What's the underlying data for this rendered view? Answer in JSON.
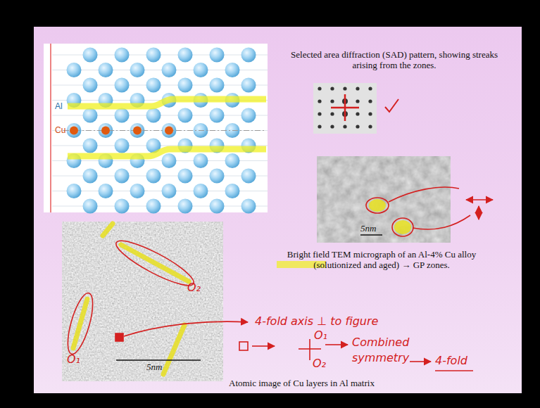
{
  "diagram": {
    "labels": [
      "Selected area diffraction (SAD) pattern, showing streaks arising from the zones.",
      "Bright field TEM micrograph of an Al-4% Cu alloy (solutionized and aged) → GP zones.",
      "Atomic image of Cu layers in Al matrix",
      "Al",
      "Cu",
      "5nm",
      "5nm",
      "O₁",
      "O₂",
      "4-fold axis ⊥ to figure",
      "O₁",
      "O₂",
      "Combined symmetry",
      "4-fold"
    ]
  }
}
